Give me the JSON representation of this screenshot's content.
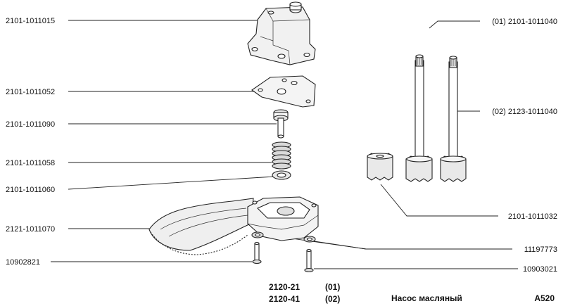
{
  "callouts": {
    "pump_cover": "2101-1011015",
    "intermediate_plate": "2101-1011052",
    "relief_valve": "2101-1011090",
    "valve_spring": "2101-1011058",
    "spring_washer": "2101-1011060",
    "housing_with_intake": "2121-1011070",
    "cover_bolt": "10902821",
    "drive_shaft_01": "(01) 2101-1011040",
    "drive_shaft_02": "(02) 2123-1011040",
    "driven_gear": "2101-1011032",
    "mount_washer": "11197773",
    "housing_bolt": "10903021"
  },
  "footer": {
    "model_1": "2120-21",
    "code_1": "(01)",
    "model_2": "2120-41",
    "code_2": "(02)",
    "title": "Насос масляный",
    "sheet": "A520"
  }
}
